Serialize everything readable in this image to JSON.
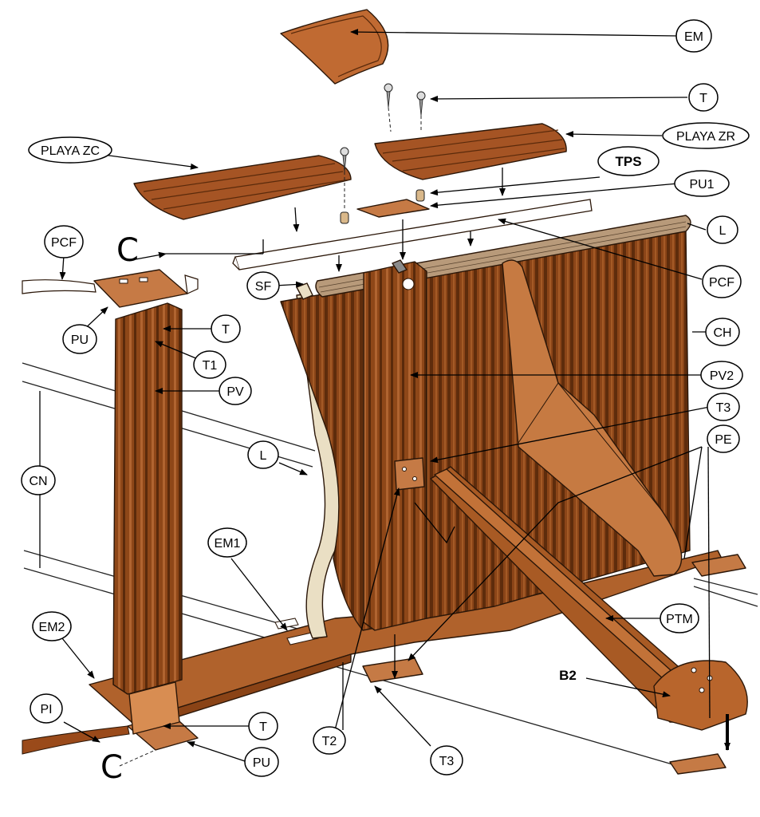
{
  "labels": {
    "em": "EM",
    "t_top": "T",
    "playa_zr": "PLAYA ZR",
    "playa_zc": "PLAYA ZC",
    "tps": "TPS",
    "pu1": "PU1",
    "l_top": "L",
    "pcf_left": "PCF",
    "pcf_right": "PCF",
    "sf": "SF",
    "ch": "CH",
    "pu_top": "PU",
    "t_post": "T",
    "t1": "T1",
    "pv": "PV",
    "pv2": "PV2",
    "t3_top": "T3",
    "pe": "PE",
    "cn": "CN",
    "l_mid": "L",
    "em1": "EM1",
    "ptm": "PTM",
    "em2": "EM2",
    "b2": "B2",
    "pi": "PI",
    "t_bottom": "T",
    "t2": "T2",
    "pu_bottom": "PU",
    "t3_bottom": "T3",
    "c_top": "C",
    "c_bottom": "C"
  },
  "colors": {
    "wood_dark": "#7a3c14",
    "wood_mid": "#a2541f",
    "wood_light": "#c6743a",
    "liner": "#eadfc4",
    "outline": "#2a1608"
  }
}
